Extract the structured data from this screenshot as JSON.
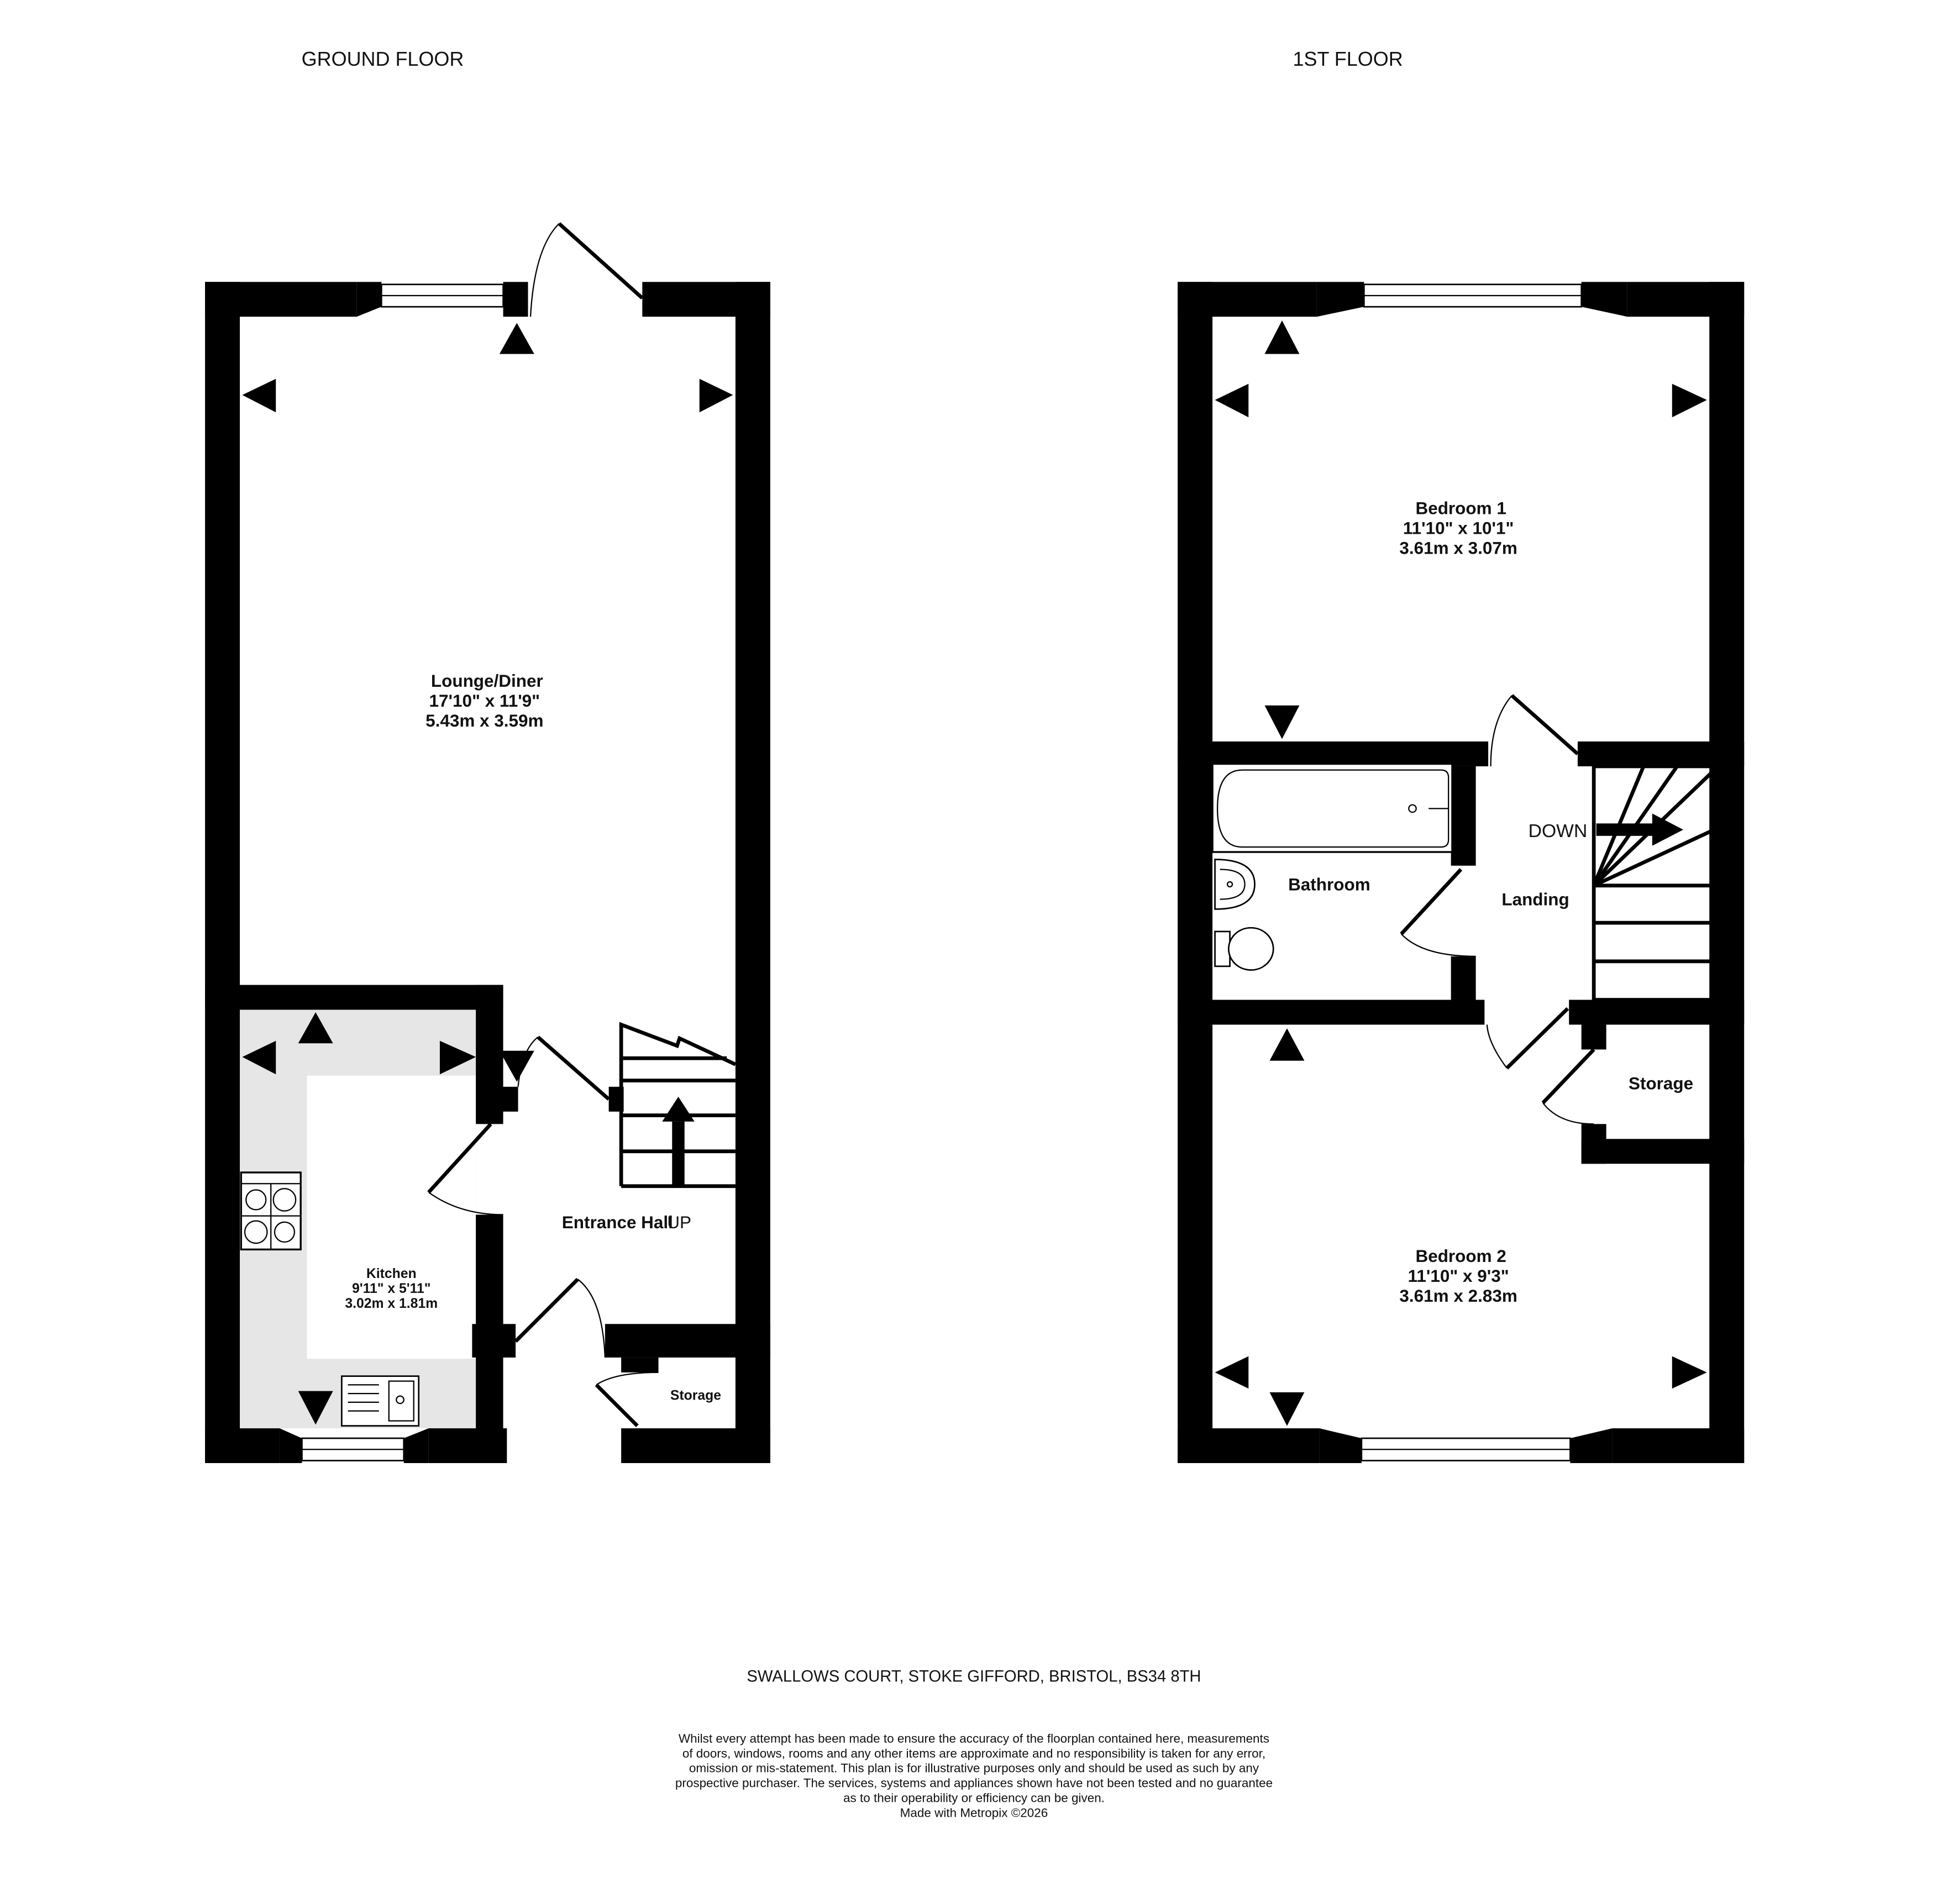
{
  "floors": {
    "ground": {
      "title": "GROUND FLOOR"
    },
    "first": {
      "title": "1ST FLOOR"
    }
  },
  "rooms": {
    "lounge": {
      "name": "Lounge/Diner",
      "imperial": "17'10\"  x 11'9\"",
      "metric": "5.43m  x 3.59m"
    },
    "kitchen": {
      "name": "Kitchen",
      "imperial": "9'11\"  x 5'11\"",
      "metric": "3.02m  x 1.81m"
    },
    "entrance": {
      "name": "Entrance Hall"
    },
    "storage_ground": {
      "name": "Storage"
    },
    "bedroom1": {
      "name": "Bedroom 1",
      "imperial": "11'10\"  x 10'1\"",
      "metric": "3.61m  x 3.07m"
    },
    "bathroom": {
      "name": "Bathroom"
    },
    "landing": {
      "name": "Landing"
    },
    "storage_first": {
      "name": "Storage"
    },
    "bedroom2": {
      "name": "Bedroom 2",
      "imperial": "11'10\"  x 9'3\"",
      "metric": "3.61m  x 2.83m"
    }
  },
  "stairs": {
    "up_label": "UP",
    "down_label": "DOWN"
  },
  "icons": [
    "up-arrow",
    "down-arrow",
    "left-arrow",
    "right-arrow",
    "hob",
    "sink",
    "bath",
    "basin",
    "toilet"
  ],
  "address": "SWALLOWS COURT, STOKE GIFFORD, BRISTOL, BS34 8TH",
  "disclaimer": [
    "Whilst every attempt has been made to ensure the accuracy of the floorplan contained here, measurements",
    "of doors, windows, rooms and any other items are approximate and no responsibility is taken for any error,",
    "omission or mis-statement. This plan is for illustrative purposes only and should be used as such by any",
    "prospective purchaser. The services, systems and appliances shown have not been tested and no guarantee",
    "as to their operability or efficiency can be given.",
    "Made with Metropix ©2026"
  ],
  "colors": {
    "wall": "#000000",
    "kitchen_worktop": "#e6e6e6"
  }
}
